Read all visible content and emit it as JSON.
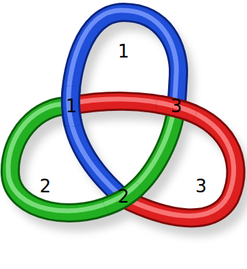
{
  "diagram": {
    "labels": [
      "1",
      "1",
      "3",
      "2",
      "2",
      "3"
    ]
  }
}
